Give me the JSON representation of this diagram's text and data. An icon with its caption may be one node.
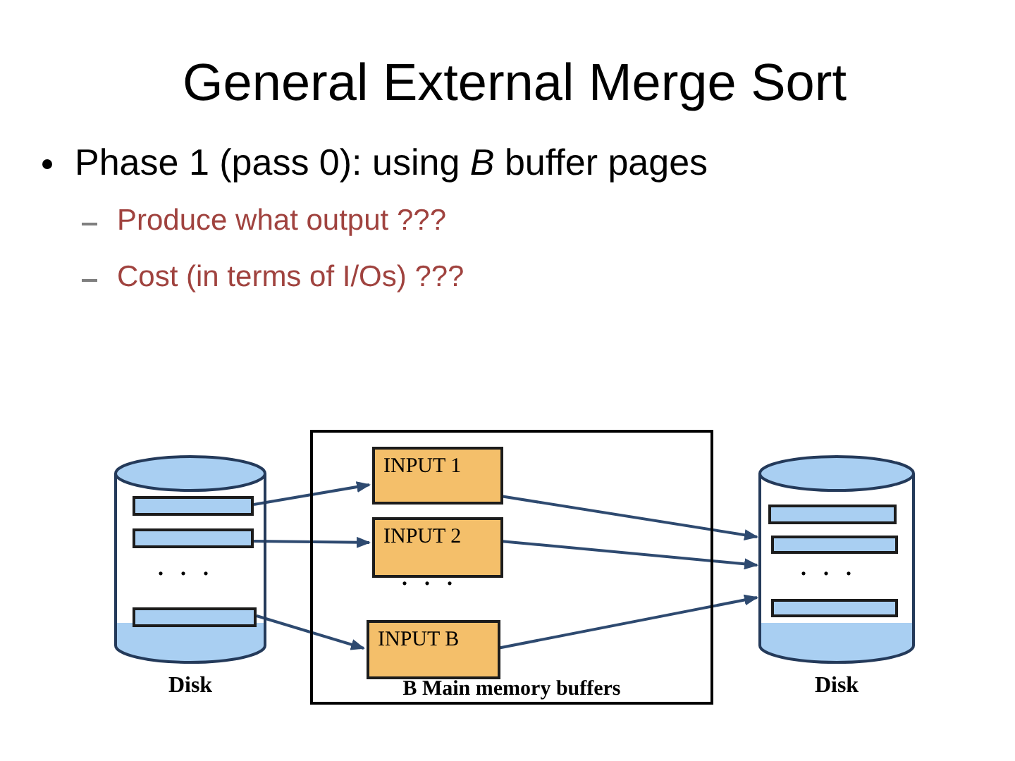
{
  "diagram": {
    "title": "General External Merge Sort",
    "nodes": [
      {
        "text": [],
        "shape": "cylinder",
        "beside": [
          "Disk"
        ]
      },
      {
        "text": [],
        "shape": "bar",
        "in": 0
      },
      {
        "text": [],
        "shape": "bar",
        "in": 0
      },
      {
        "text": [],
        "shape": "bar",
        "in": 0
      },
      {
        "text": [
          "B Main memory buffers"
        ]
      },
      {
        "text": [
          "INPUT 1"
        ],
        "in": 4
      },
      {
        "text": [
          "INPUT 2"
        ],
        "in": 4
      },
      {
        "text": [
          "INPUT B"
        ],
        "in": 4
      },
      {
        "text": [],
        "shape": "cylinder",
        "beside": [
          "Disk"
        ]
      },
      {
        "text": [],
        "shape": "bar",
        "in": 8
      },
      {
        "text": [],
        "shape": "bar",
        "in": 8
      },
      {
        "text": [],
        "shape": "bar",
        "in": 8
      }
    ],
    "edges": [
      {
        "from": 1,
        "to": 5,
        "arrow": "to"
      },
      {
        "from": 2,
        "to": 6,
        "arrow": "to"
      },
      {
        "from": 3,
        "to": 7,
        "arrow": "to"
      },
      {
        "from": 5,
        "to": 8,
        "arrow": "to"
      },
      {
        "from": 6,
        "to": 8,
        "arrow": "to"
      },
      {
        "from": 7,
        "to": 8,
        "arrow": "to"
      }
    ],
    "labels": [
      "Phase 1 (pass 0):  using *B* buffer pages",
      "Produce what output ???",
      "Cost (in terms of I/Os)  ???",
      ". . .",
      ". . .",
      ". . ."
    ]
  }
}
